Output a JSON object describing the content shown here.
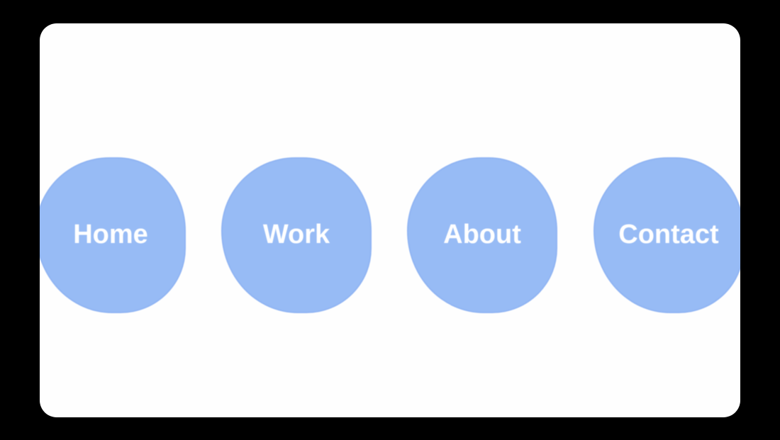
{
  "nav": {
    "items": [
      {
        "label": "Home"
      },
      {
        "label": "Work"
      },
      {
        "label": "About"
      },
      {
        "label": "Contact"
      }
    ]
  },
  "colors": {
    "background": "#000000",
    "panel": "#fefefe",
    "blob_fill": "#97bbf5",
    "blob_text": "#ffffff"
  }
}
